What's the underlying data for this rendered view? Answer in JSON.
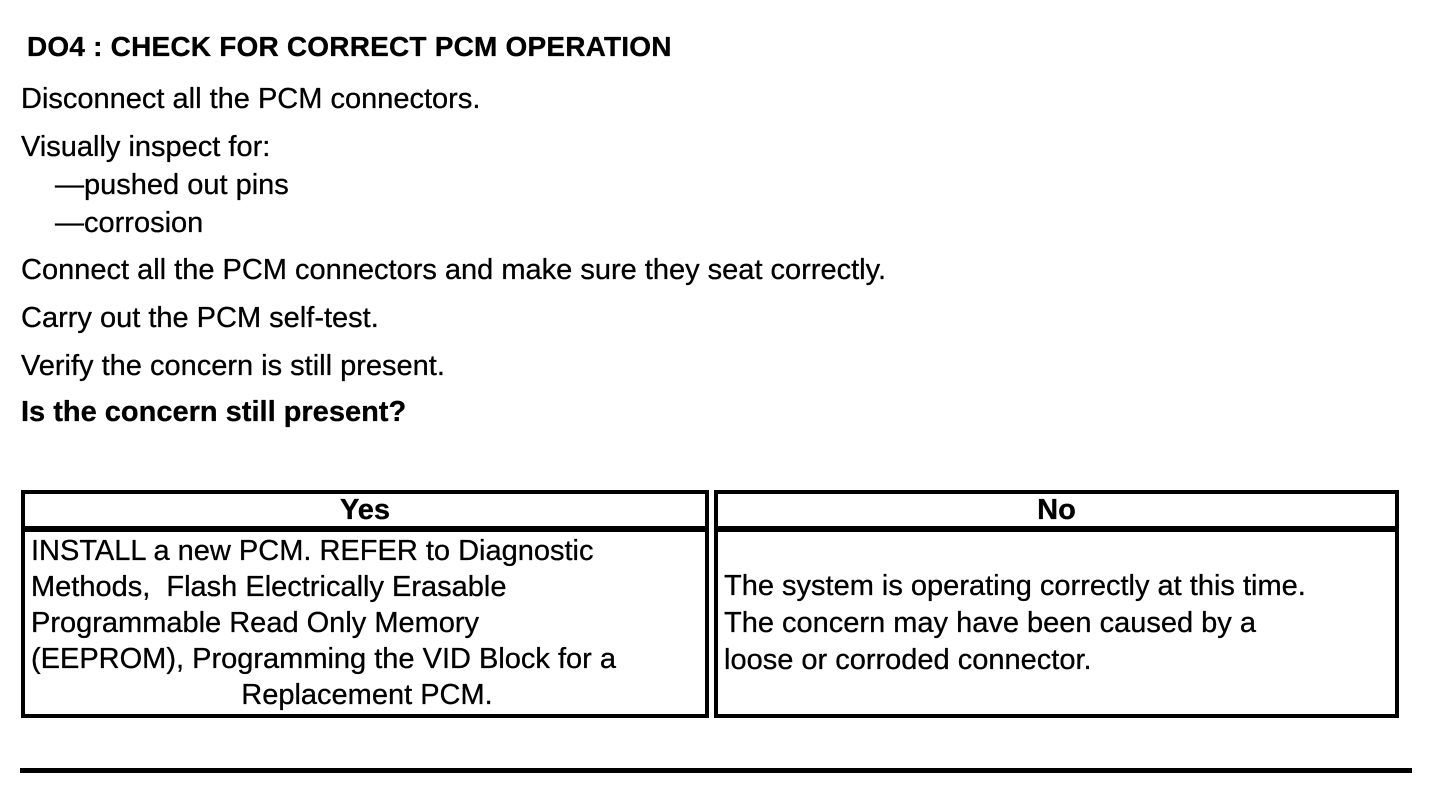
{
  "doc": {
    "heading": "DO4 : CHECK FOR CORRECT PCM OPERATION",
    "steps": [
      "Disconnect all the PCM connectors.",
      "Visually inspect for:",
      "Connect all the PCM connectors and make sure they seat correctly.",
      "Carry out the PCM self-test.",
      "Verify the concern is still present."
    ],
    "inspect_items": [
      "—pushed out pins",
      "—corrosion"
    ],
    "question": "Is the concern still present?",
    "result_table": {
      "yes_header": "Yes",
      "no_header": "No",
      "yes_lines": [
        "INSTALL a new PCM. REFER to Diagnostic",
        "Methods,  Flash Electrically Erasable",
        "Programmable Read Only Memory",
        "(EEPROM), Programming the VID Block for a",
        "Replacement PCM."
      ],
      "no_lines": [
        "The system is operating correctly at this time.",
        "The concern may have been caused by a",
        "loose or corroded connector."
      ]
    },
    "colors": {
      "text": "#000000",
      "background": "#ffffff"
    }
  }
}
